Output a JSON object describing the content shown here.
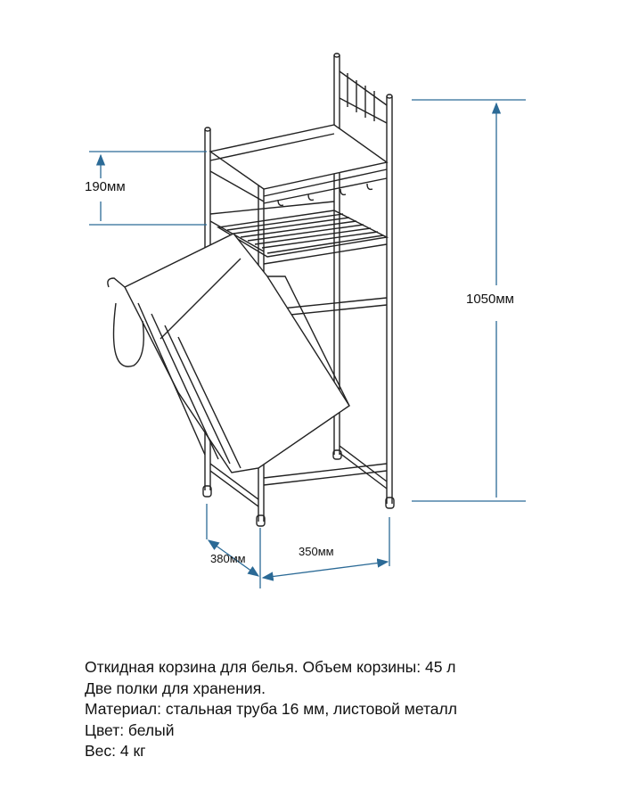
{
  "dimensions": {
    "shelf_gap": "190мм",
    "height": "1050мм",
    "depth": "380мм",
    "width": "350мм"
  },
  "description": [
    "Откидная корзина для белья. Объем корзины: 45 л",
    "Две полки для хранения.",
    "Материал: стальная труба 16 мм, листовой металл",
    "Цвет: белый",
    "Вес: 4 кг"
  ],
  "colors": {
    "dimension_line": "#2b6a96",
    "drawing": "#222222"
  }
}
